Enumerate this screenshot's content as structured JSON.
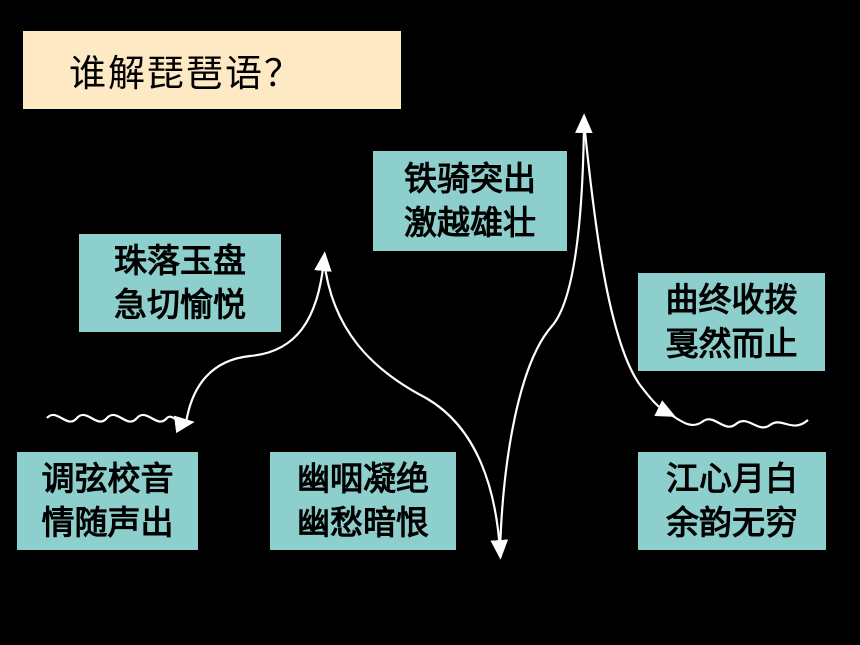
{
  "title": "谁解琵琶语？",
  "stages": [
    {
      "line1": "调弦校音",
      "line2": "情随声出"
    },
    {
      "line1": "珠落玉盘",
      "line2": "急切愉悦"
    },
    {
      "line1": "幽咽凝绝",
      "line2": "幽愁暗恨"
    },
    {
      "line1": "铁骑突出",
      "line2": "激越雄壮"
    },
    {
      "line1": "曲终收拨",
      "line2": "戛然而止"
    },
    {
      "line1": "江心月白",
      "line2": "余韵无穷"
    }
  ],
  "colors": {
    "background": "#000000",
    "title_box": "#fde9c4",
    "label_box": "#8ccfcc",
    "curve": "#ffffff"
  }
}
